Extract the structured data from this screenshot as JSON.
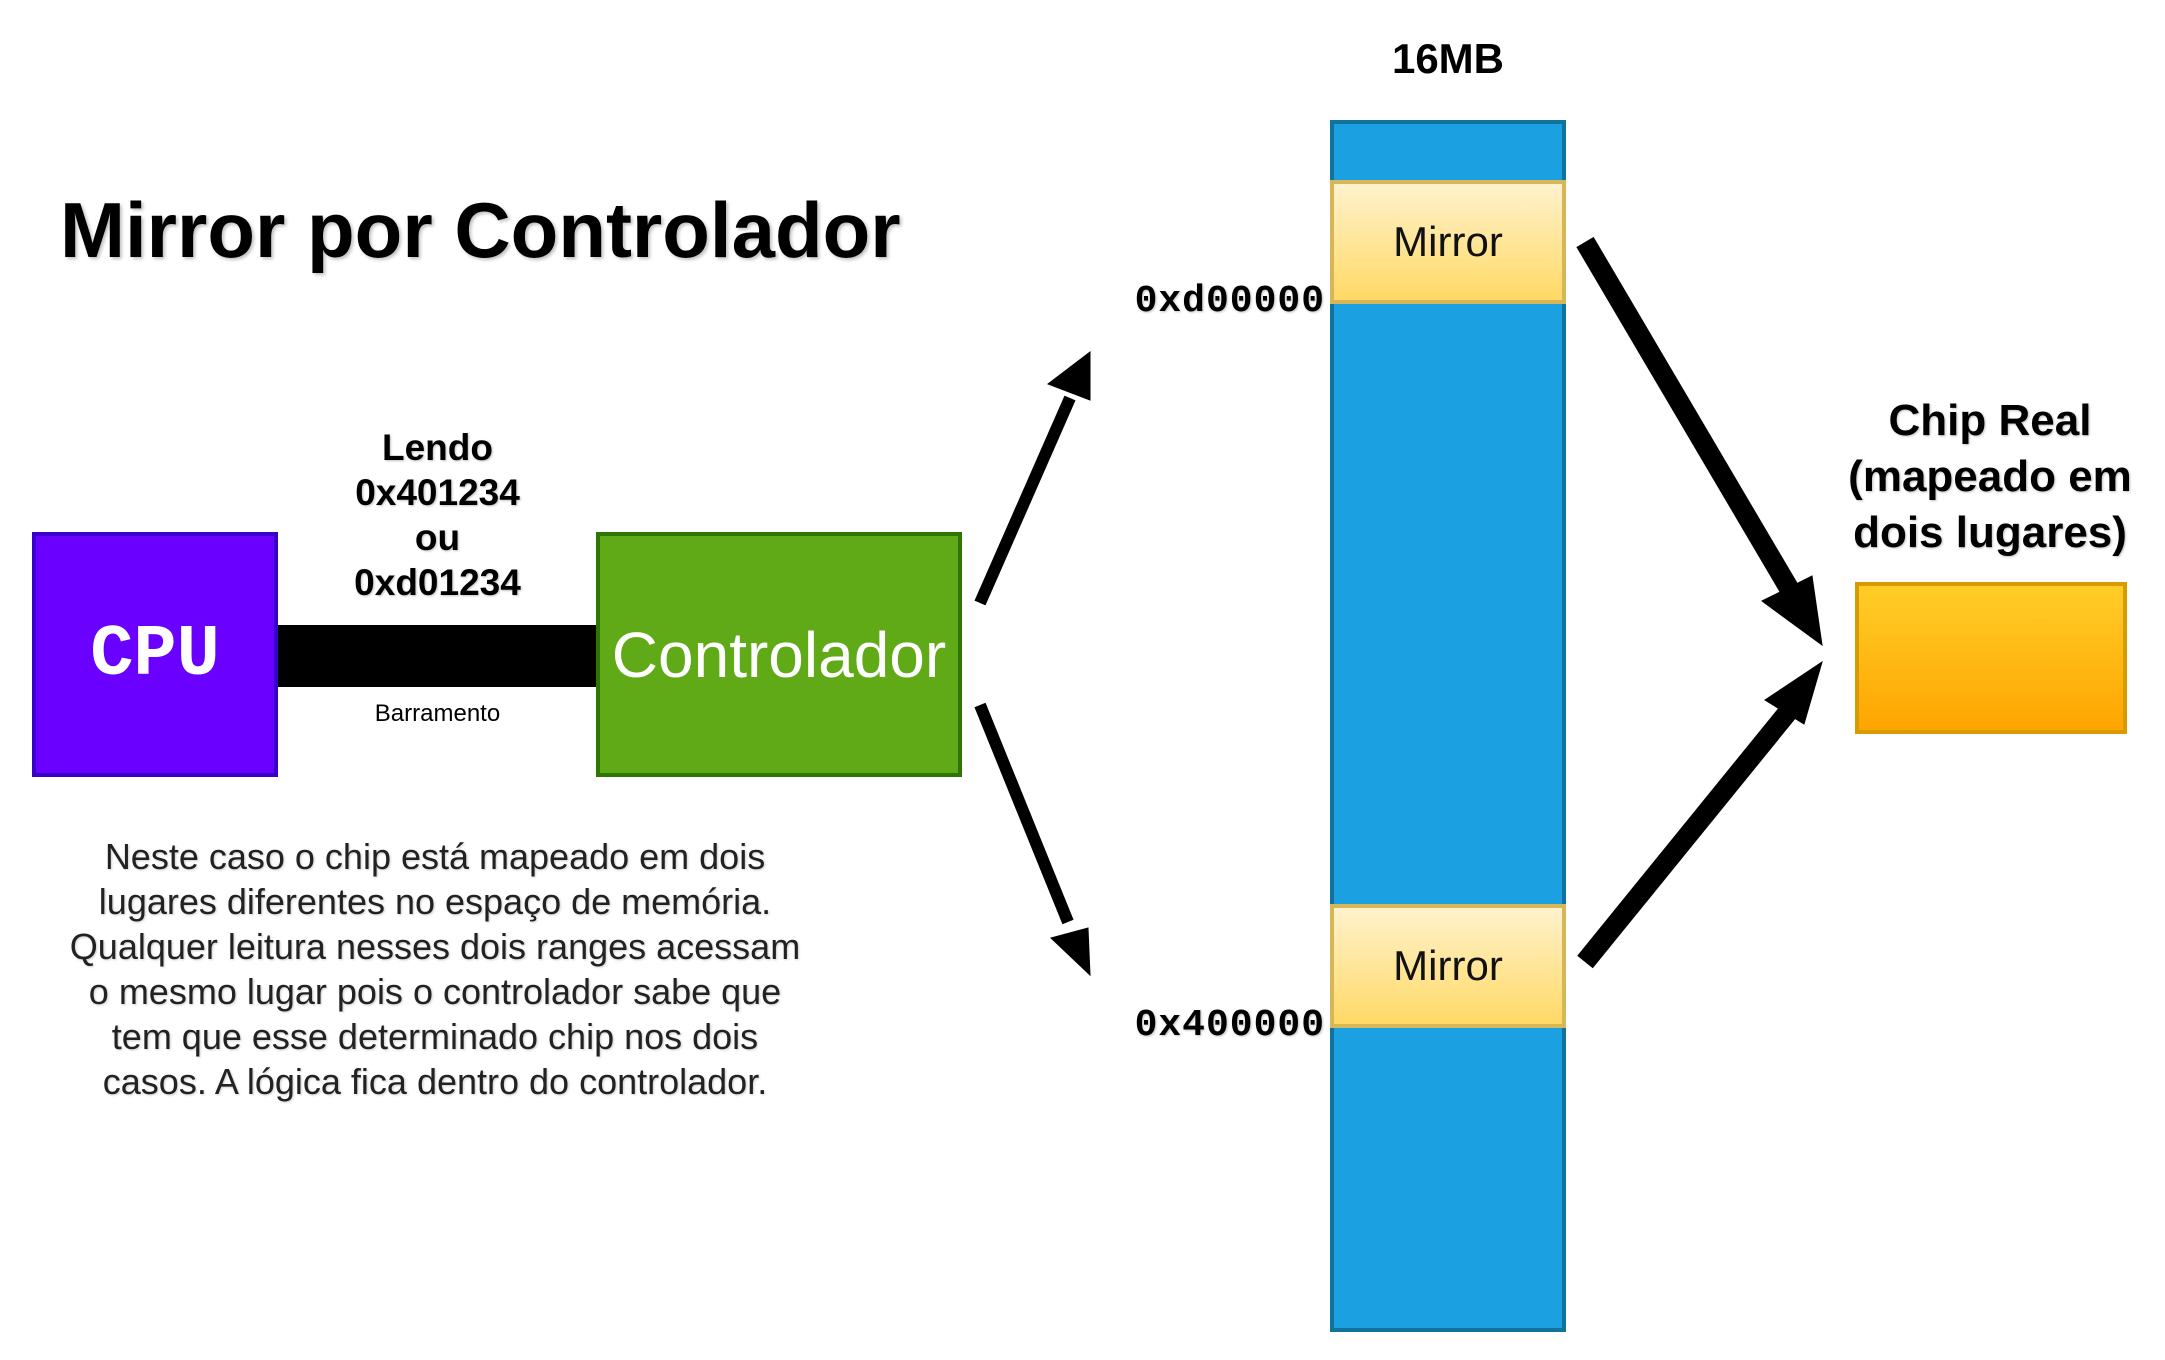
{
  "title": "Mirror por Controlador",
  "cpu": {
    "label": "CPU",
    "color": "#6A00FF"
  },
  "bus": {
    "read_lines": [
      "Lendo",
      "0x401234",
      "ou",
      "0xd01234"
    ],
    "label": "Barramento"
  },
  "controller": {
    "label": "Controlador",
    "color": "#60A917"
  },
  "description": "Neste caso o chip está mapeado em dois lugares diferentes no espaço de memória. Qualquer leitura nesses dois ranges acessam o mesmo lugar pois o controlador sabe que tem que esse determinado chip nos dois casos. A lógica fica dentro do controlador.",
  "memory": {
    "size_label": "16MB",
    "color": "#1BA1E2",
    "mirrors": [
      {
        "label": "Mirror",
        "address": "0xd00000"
      },
      {
        "label": "Mirror",
        "address": "0x400000"
      }
    ],
    "mirror_color": "#FFF2CC"
  },
  "chip": {
    "label_lines": [
      "Chip Real",
      "(mapeado em",
      "dois lugares)"
    ],
    "color": "#FFB30F"
  }
}
